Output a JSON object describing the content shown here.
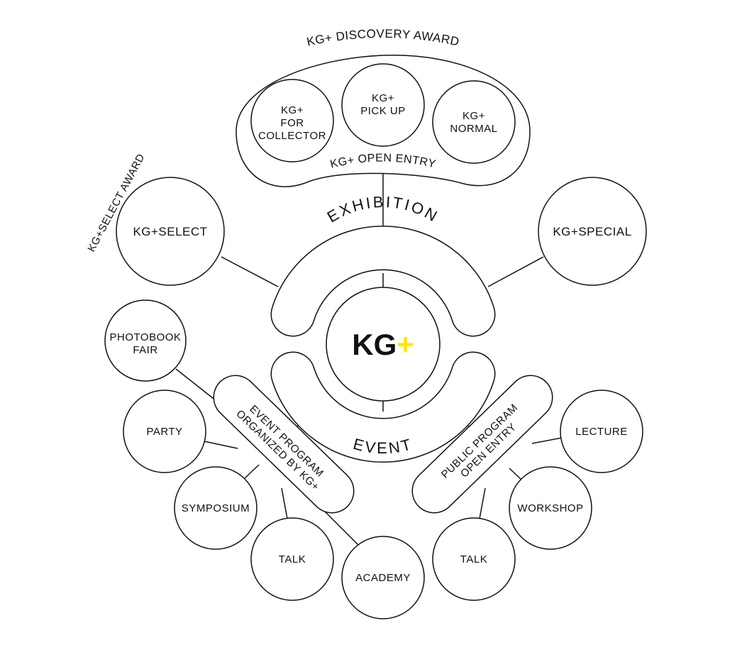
{
  "title": {
    "kg": "KG",
    "plus": "+"
  },
  "colors": {
    "accent": "#FFE800",
    "line": "#111111"
  },
  "discovery_award": "KG+ DISCOVERY AWARD",
  "open_entry": {
    "label": "KG+ OPEN ENTRY",
    "nodes": [
      {
        "lines": [
          "KG+",
          "FOR",
          "COLLECTOR"
        ]
      },
      {
        "lines": [
          "KG+",
          "PICK UP"
        ]
      },
      {
        "lines": [
          "KG+",
          "NORMAL"
        ]
      }
    ]
  },
  "select_award": "KG+SELECT AWARD",
  "select": "KG+SELECT",
  "special": "KG+SPECIAL",
  "exhibition": "EXHIBITION",
  "event": "EVENT",
  "event_program": {
    "lines": [
      "EVENT PROGRAM",
      "ORGANIZED BY KG+"
    ],
    "nodes": [
      {
        "lines": [
          "PHOTOBOOK",
          "FAIR"
        ]
      },
      {
        "lines": [
          "PARTY"
        ]
      },
      {
        "lines": [
          "SYMPOSIUM"
        ]
      },
      {
        "lines": [
          "TALK"
        ]
      },
      {
        "lines": [
          "ACADEMY"
        ]
      }
    ]
  },
  "public_program": {
    "lines": [
      "PUBLIC PROGRAM",
      "OPEN ENTRY"
    ],
    "nodes": [
      {
        "lines": [
          "LECTURE"
        ]
      },
      {
        "lines": [
          "WORKSHOP"
        ]
      },
      {
        "lines": [
          "TALK"
        ]
      }
    ]
  }
}
